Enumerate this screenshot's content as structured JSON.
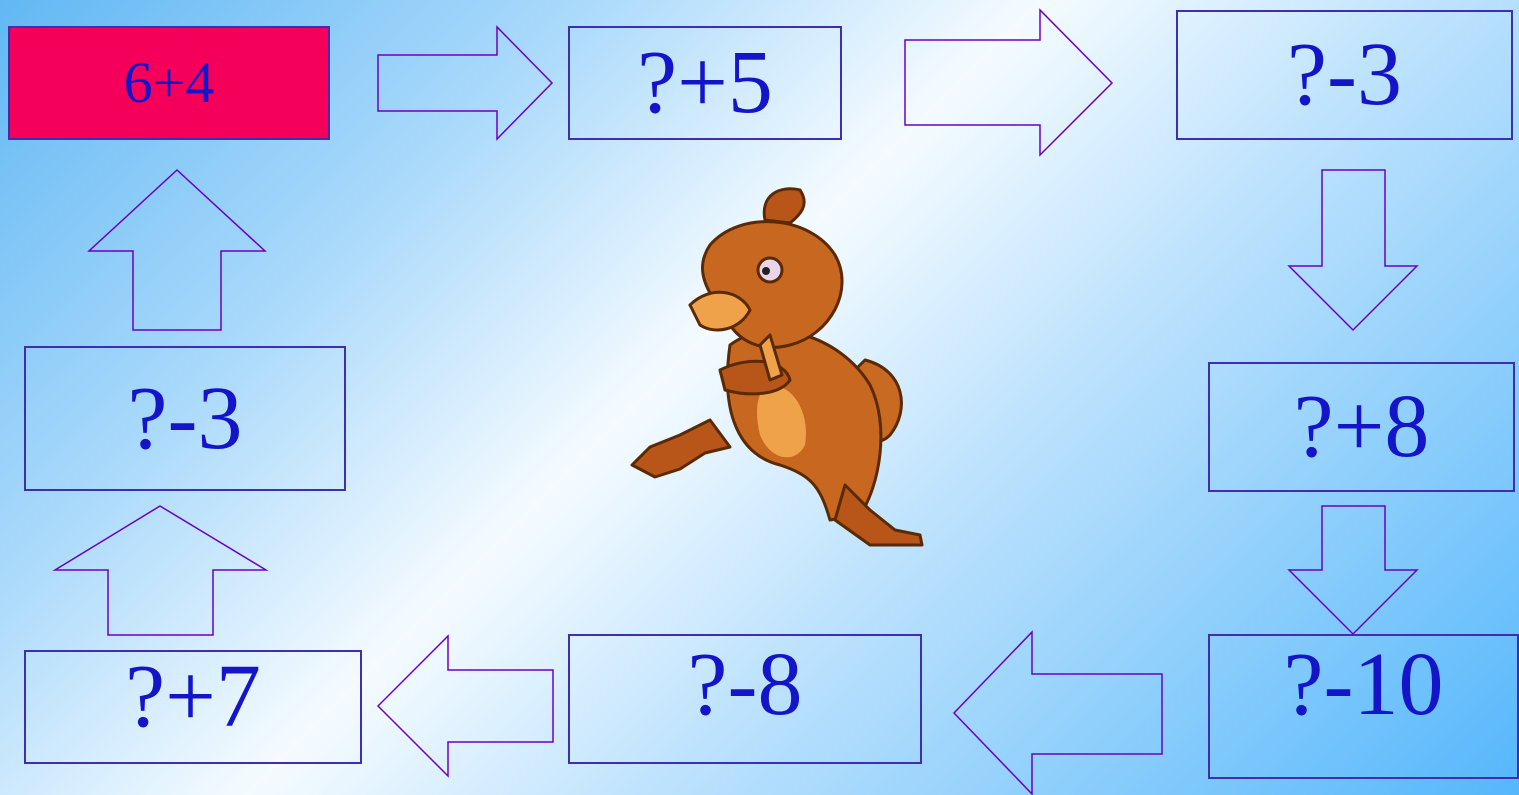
{
  "boxes": {
    "start": "6+4",
    "step1": "?+5",
    "step2": "?-3",
    "step3": "?+8",
    "step4": "?-10",
    "step5": "?-8",
    "step6": "?+7",
    "step7": "?-3"
  },
  "colors": {
    "start_fill": "#f4005a",
    "text": "#1414c8",
    "outline": "#3d2fb0"
  },
  "image": "running-squirrel-cartoon"
}
